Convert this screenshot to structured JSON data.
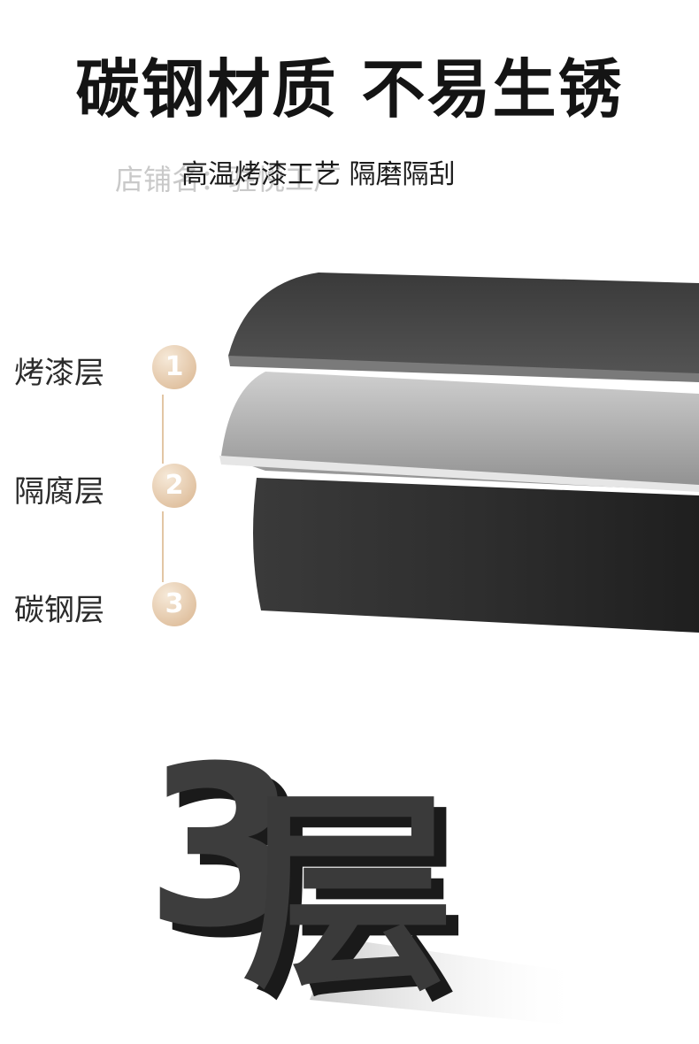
{
  "headline": "碳钢材质 不易生锈",
  "subtitle": "高温烤漆工艺 隔磨隔刮",
  "watermark": "店铺名：驻悦工厂",
  "layers": [
    {
      "label": "烤漆层",
      "number": "1"
    },
    {
      "label": "隔腐层",
      "number": "2"
    },
    {
      "label": "碳钢层",
      "number": "3"
    }
  ],
  "big_text": {
    "digit": "3",
    "char": "层"
  },
  "colors": {
    "badge": "#d9b48e",
    "dark": "#2e2e2e",
    "mid": "#8a8a8a"
  }
}
